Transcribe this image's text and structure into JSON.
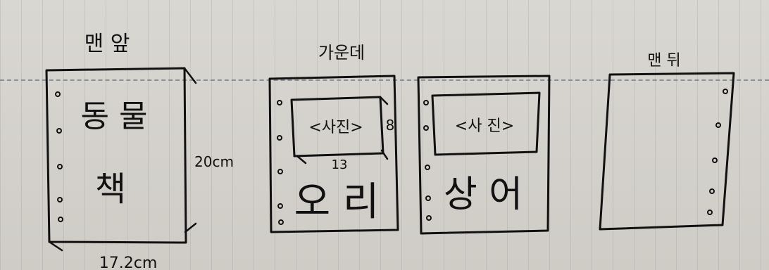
{
  "labels": {
    "front": "맨 앞",
    "middle": "가운데",
    "back": "맨 뒤"
  },
  "front_page": {
    "title_line1": "동 물",
    "title_line2": "책",
    "height": "20cm",
    "width": "17.2cm"
  },
  "middle_page_left": {
    "photo_label": "<사진>",
    "photo_height": "8",
    "photo_width": "13",
    "caption": "오 리"
  },
  "middle_page_right": {
    "photo_label": "<사 진>",
    "caption": "상 어"
  }
}
